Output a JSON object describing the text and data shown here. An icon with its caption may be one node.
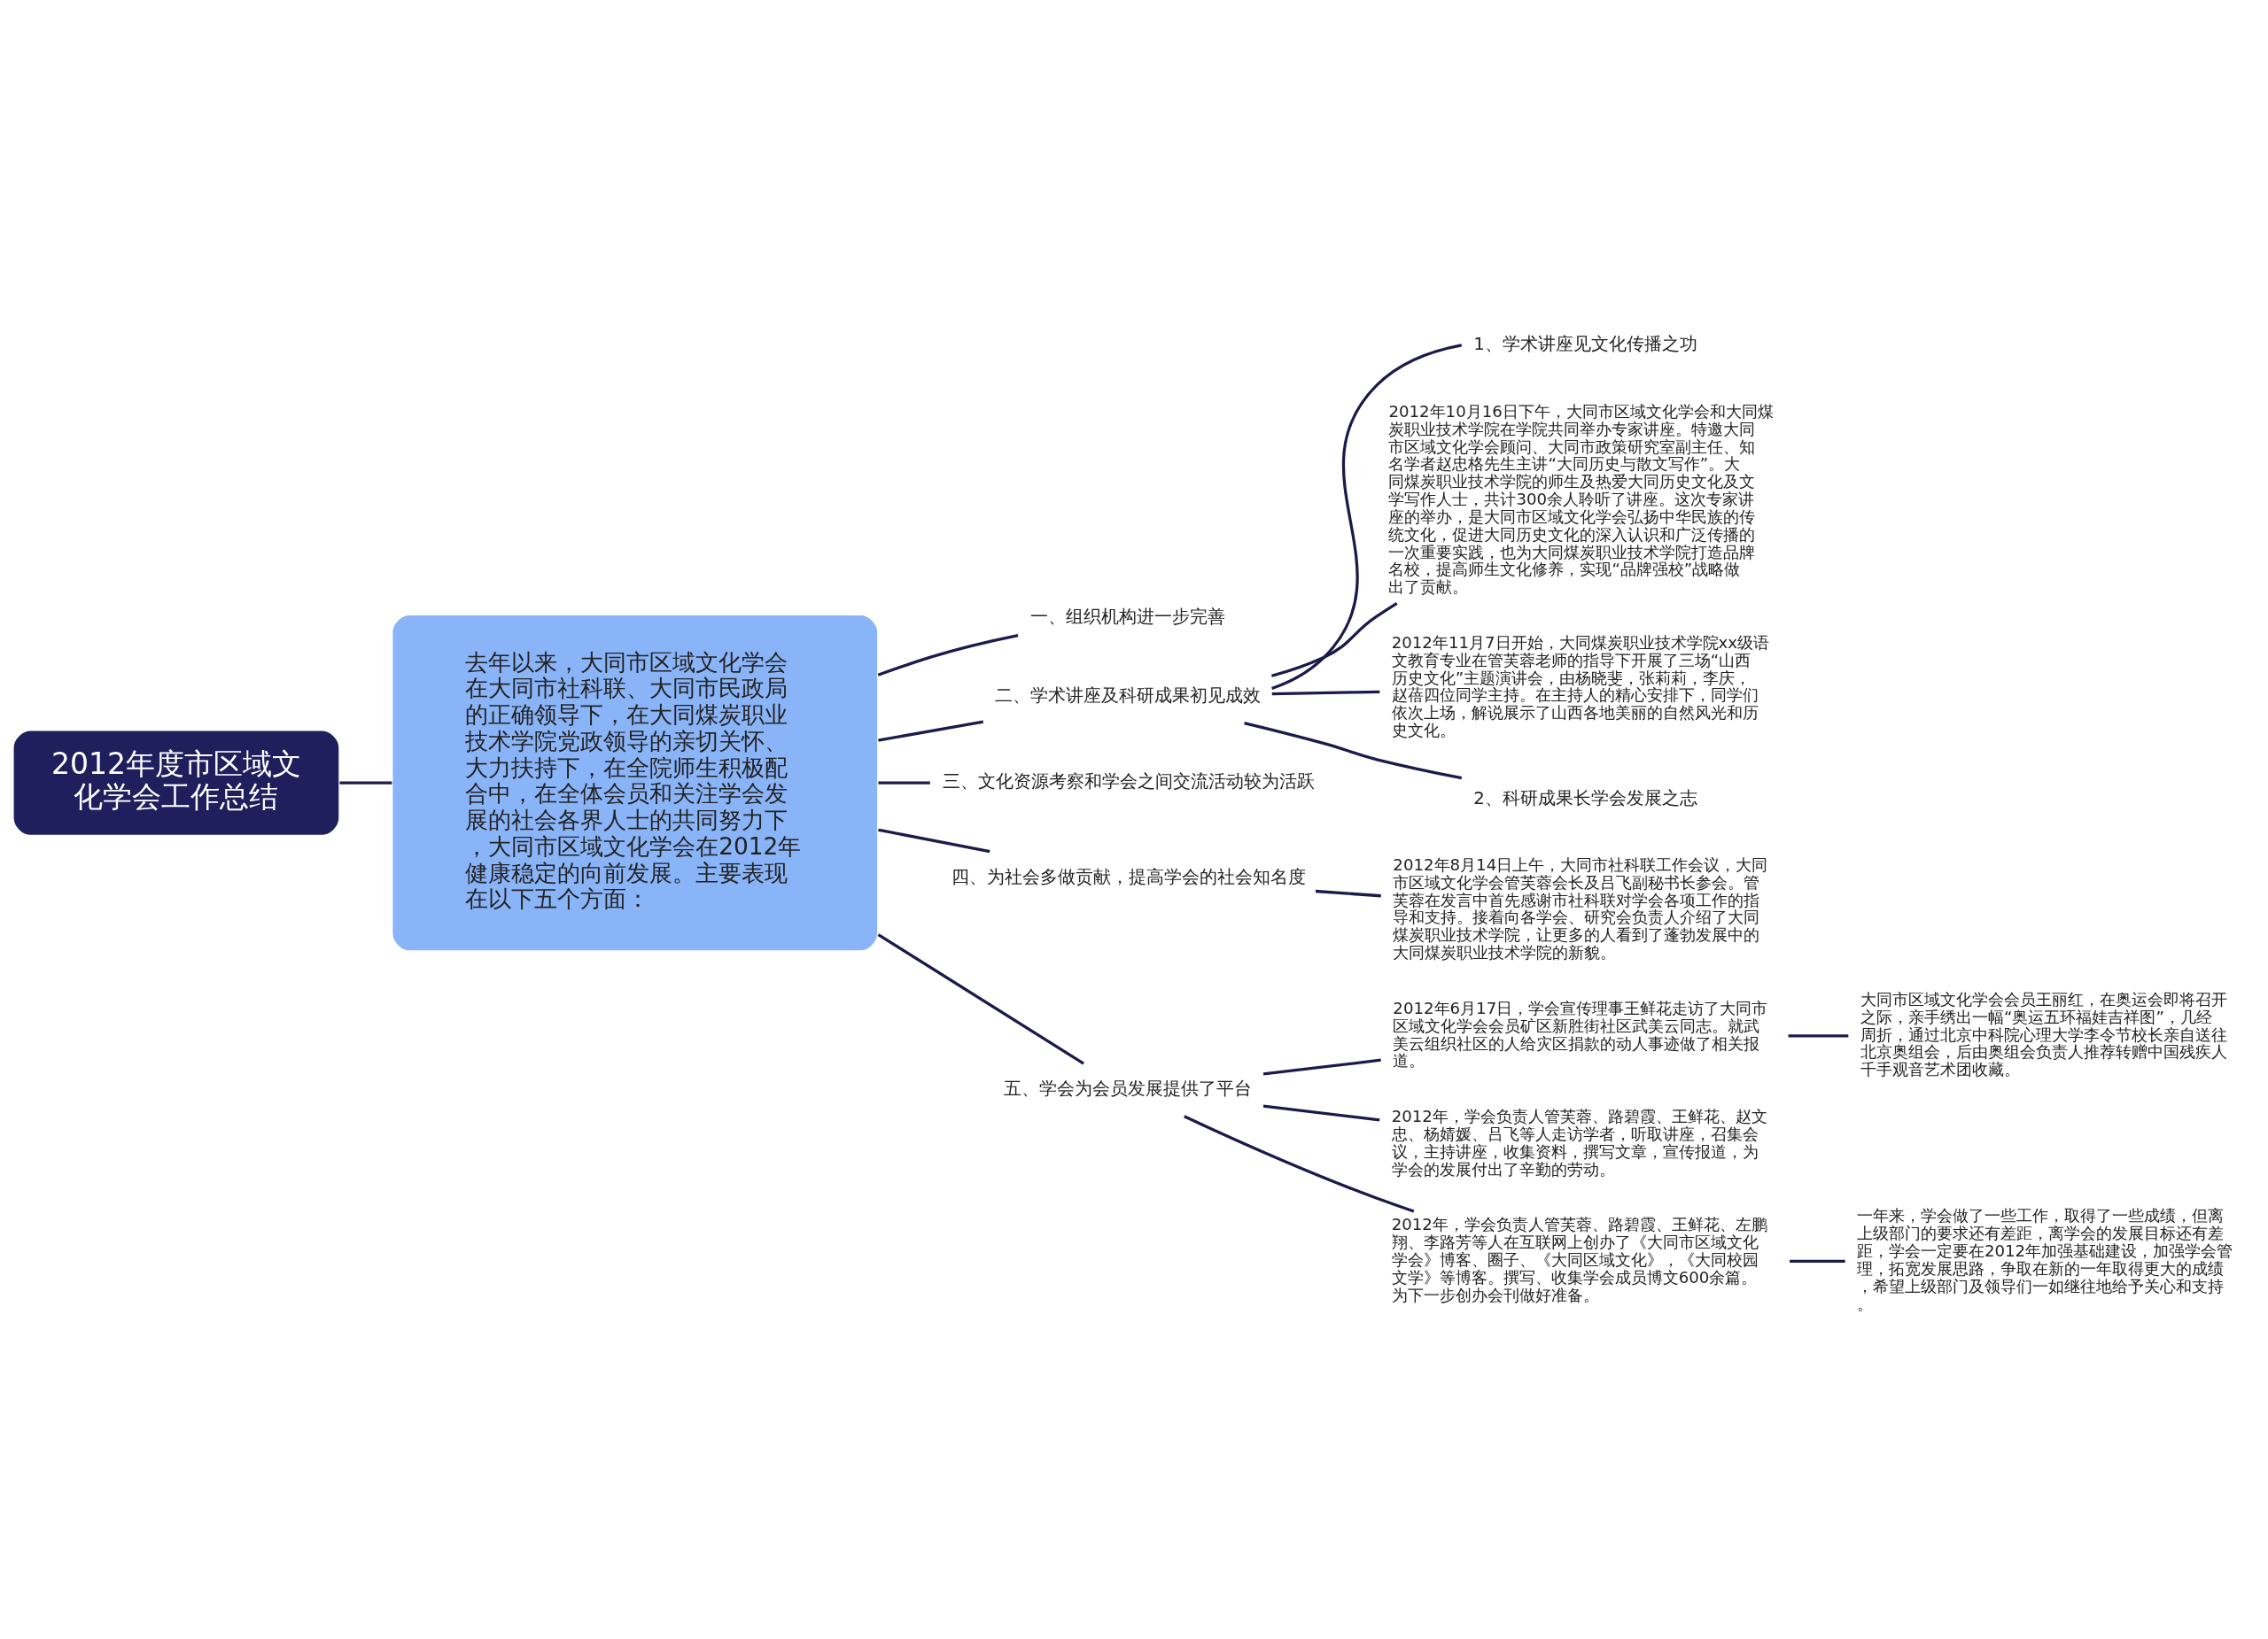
{
  "diagram": {
    "nodes": [
      {
        "text": [
          "2012年度市区域文化学会工作总结"
        ]
      },
      {
        "text": [
          "去年以来，大同市区域文化学会在大同市社科联、大同市民政局的正确领导下，在大同煤炭职业技术学院党政领导的亲切关怀、大力扶持下，在全院师生积极配合中，在全体会员和关注学会发展的社会各界人士的共同努力下，大同市区域文化学会在2012年健康稳定的向前发展。主要表现在以下五个方面："
        ]
      },
      {
        "text": [
          "一、组织机构进一步完善"
        ]
      },
      {
        "text": [
          "二、学术讲座及科研成果初见成效"
        ]
      },
      {
        "text": [
          "1、学术讲座见文化传播之功"
        ]
      },
      {
        "text": [
          "2012年10月16日下午，大同市区域文化学会和大同煤炭职业技术学院在学院共同举办专家讲座。特邀大同市区域文化学会顾问、大同市政策研究室副主任、知名学者赵忠格先生主讲“大同历史与散文写作”。大同煤炭职业技术学院的师生及热爱大同历史文化及文学写作人士，共计300余人聆听了讲座。这次专家讲座的举办，是大同市区域文化学会弘扬中华民族的传统文化，促进大同历史文化的深入认识和广泛传播的一次重要实践，也为大同煤炭职业技术学院打造品牌名校，提高师生文化修养，实现“品牌强校”战略做出了贡献。"
        ]
      },
      {
        "text": [
          "2012年11月7日开始，大同煤炭职业技术学院xx级语文教育专业在管芙蓉老师的指导下开展了三场“山西历史文化”主题演讲会，由杨晓斐，张莉莉，李庆，赵蓓四位同学主持。在主持人的精心安排下，同学们依次上场，解说展示了山西各地美丽的自然风光和历史文化。"
        ]
      },
      {
        "text": [
          "2、科研成果长学会发展之志"
        ]
      },
      {
        "text": [
          "三、文化资源考察和学会之间交流活动较为活跃"
        ]
      },
      {
        "text": [
          "四、为社会多做贡献，提高学会的社会知名度"
        ]
      },
      {
        "text": [
          "2012年8月14日上午，大同市社科联工作会议，大同市区域文化学会管芙蓉会长及吕飞副秘书长参会。管芙蓉在发言中首先感谢市社科联对学会各项工作的指导和支持。接着向各学会、研究会负责人介绍了大同煤炭职业技术学院，让更多的人看到了蓬勃发展中的大同煤炭职业技术学院的新貌。"
        ]
      },
      {
        "text": [
          "五、学会为会员发展提供了平台"
        ]
      },
      {
        "text": [
          "2012年6月17日，学会宣传理事王鲜花走访了大同市区域文化学会会员矿区新胜街社区武美云同志。就武美云组织社区的人给灾区捐款的动人事迹做了相关报道。"
        ]
      },
      {
        "text": [
          "大同市区域文化学会会员王丽红，在奥运会即将召开之际，亲手绣出一幅“奥运五环福娃吉祥图”，几经周折，通过北京中科院心理大学李令节校长亲自送往北京奥组会，后由奥组会负责人推荐转赠中国残疾人千手观音艺术团收藏。"
        ]
      },
      {
        "text": [
          "2012年，学会负责人管芙蓉、路碧霞、王鲜花、赵文忠、杨婧媛、吕飞等人走访学者，听取讲座，召集会议，主持讲座，收集资料，撰写文章，宣传报道，为学会的发展付出了辛勤的劳动。"
        ]
      },
      {
        "text": [
          "2012年，学会负责人管芙蓉、路碧霞、王鲜花、左鹏翔、李路芳等人在互联网上创办了《大同市区域文化学会》博客、圈子、《大同区域文化》，《大同校园文学》等博客。撰写、收集学会成员博文600余篇。为下一步创办会刊做好准备。"
        ]
      },
      {
        "text": [
          "一年来，学会做了一些工作，取得了一些成绩，但离上级部门的要求还有差距，离学会的发展目标还有差距，学会一定要在2012年加强基础建设，加强学会管理，拓宽发展思路，争取在新的一年取得更大的成绩，希望上级部门及领导们一如继往地给予关心和支持。"
        ]
      }
    ],
    "edges": [
      {
        "from": 0,
        "to": 1,
        "arrow": "none"
      },
      {
        "from": 1,
        "to": 2,
        "arrow": "none"
      },
      {
        "from": 1,
        "to": 3,
        "arrow": "none"
      },
      {
        "from": 1,
        "to": 8,
        "arrow": "none"
      },
      {
        "from": 1,
        "to": 9,
        "arrow": "none"
      },
      {
        "from": 1,
        "to": 11,
        "arrow": "none"
      },
      {
        "from": 3,
        "to": 4,
        "arrow": "none"
      },
      {
        "from": 3,
        "to": 5,
        "arrow": "none"
      },
      {
        "from": 3,
        "to": 6,
        "arrow": "none"
      },
      {
        "from": 3,
        "to": 7,
        "arrow": "none"
      },
      {
        "from": 9,
        "to": 10,
        "arrow": "none"
      },
      {
        "from": 11,
        "to": 12,
        "arrow": "none"
      },
      {
        "from": 11,
        "to": 14,
        "arrow": "none"
      },
      {
        "from": 11,
        "to": 15,
        "arrow": "none"
      },
      {
        "from": 12,
        "to": 13,
        "arrow": "none"
      },
      {
        "from": 15,
        "to": 16,
        "arrow": "none"
      }
    ]
  }
}
